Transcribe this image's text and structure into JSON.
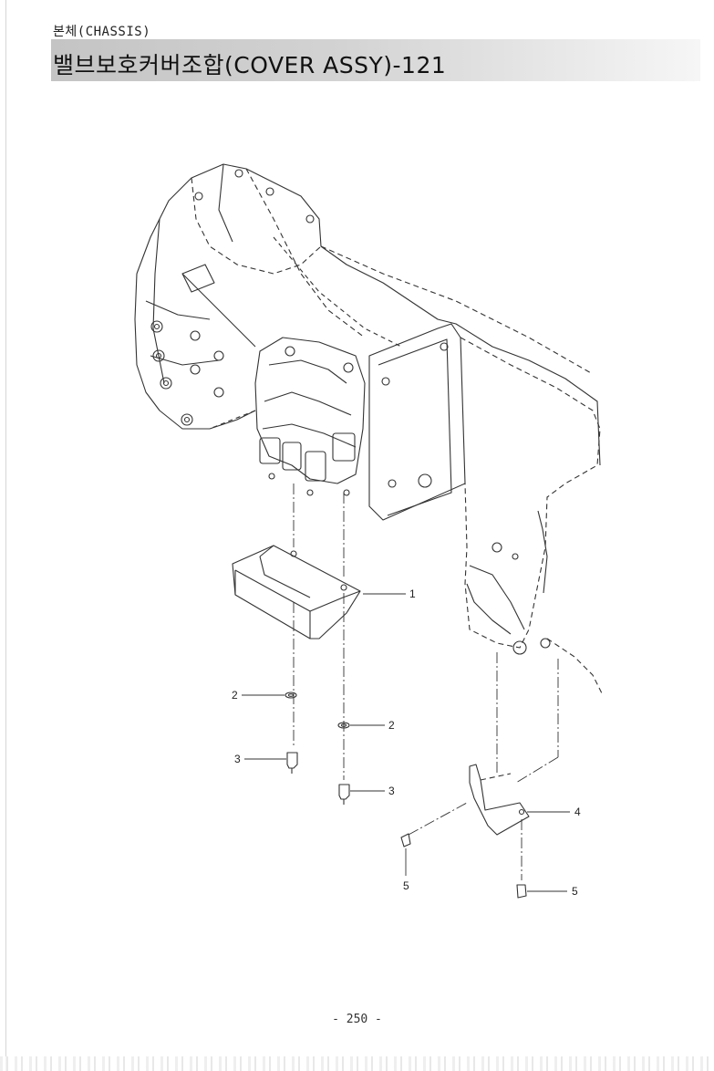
{
  "header": {
    "section": "본체(CHASSIS)",
    "title": "밸브보호커버조합(COVER ASSY)-121"
  },
  "callouts": [
    {
      "label": "1"
    },
    {
      "label": "2"
    },
    {
      "label": "2"
    },
    {
      "label": "3"
    },
    {
      "label": "3"
    },
    {
      "label": "4"
    },
    {
      "label": "5"
    },
    {
      "label": "5"
    }
  ],
  "footer": {
    "page_number": "- 250 -"
  }
}
